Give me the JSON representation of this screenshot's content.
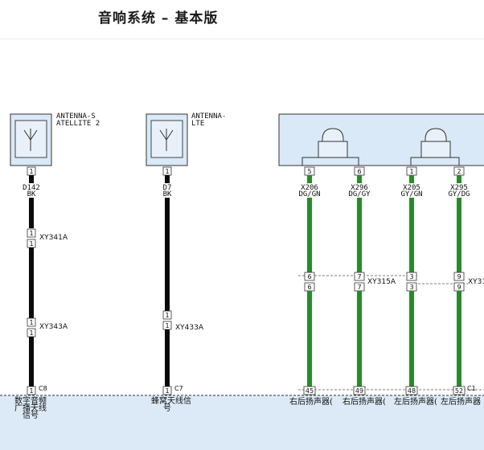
{
  "header": {
    "title": "音响系统 – 基本版"
  },
  "colors": {
    "wire_black": "#0a0a0a",
    "wire_green": "#2a8a2a",
    "box_fill": "#d9e9f7",
    "bottom_fill": "#dceaf7"
  },
  "components": {
    "antenna_satellite": {
      "label_line1": "ANTENNA-S",
      "label_line2": "ATELLITE 2",
      "icon": "antenna-icon"
    },
    "antenna_lte": {
      "label_line1": "ANTENNA-",
      "label_line2": "LTE",
      "icon": "antenna-icon"
    },
    "speaker_box": {
      "icon": "speaker-icon"
    }
  },
  "wires": {
    "w1": {
      "top_pin": "1",
      "code": "D142",
      "color": "BK",
      "conn1": {
        "pin": "1",
        "name": "XY341A",
        "pin2": "1"
      },
      "conn2": {
        "pin": "1",
        "name": "XY343A",
        "pin2": "1"
      },
      "bottom_pin": "1",
      "bottom_conn": "C8",
      "bottom_label": "数字音频广播天线信号",
      "bottom_label_a": "数字音频",
      "bottom_label_b": "广播天线",
      "bottom_label_c": "信号"
    },
    "w2": {
      "top_pin": "1",
      "code": "D7",
      "color": "BK",
      "conn1": {
        "pin": "1",
        "name": "XY433A",
        "pin2": "1"
      },
      "bottom_pin": "1",
      "bottom_conn": "C7",
      "bottom_label_a": "蜂窝天线信",
      "bottom_label_b": "号"
    },
    "w3": {
      "top_pin": "5",
      "code": "X206",
      "color": "DG/GN",
      "mid_pin": "6",
      "mid_pin2": "6",
      "bottom_pin": "45",
      "bottom_label": "右后扬声器("
    },
    "w4": {
      "top_pin": "6",
      "code": "X296",
      "color": "DG/GY",
      "mid_pin": "7",
      "mid_pin2": "7",
      "bottom_pin": "49",
      "bottom_label": "右后扬声器("
    },
    "w5": {
      "top_pin": "1",
      "code": "X205",
      "color": "GY/GN",
      "mid_pin": "3",
      "mid_pin2": "3",
      "bottom_pin": "48",
      "bottom_label": "左后扬声器("
    },
    "w6": {
      "top_pin": "2",
      "code": "X295",
      "color": "GY/DG",
      "mid_pin": "9",
      "mid_pin2": "9",
      "bottom_pin": "52",
      "bottom_conn": "C1",
      "bottom_label": "左后扬声器"
    }
  },
  "connectors": {
    "speaker_mid": "XY315A",
    "speaker_mid_right": "XY31"
  }
}
